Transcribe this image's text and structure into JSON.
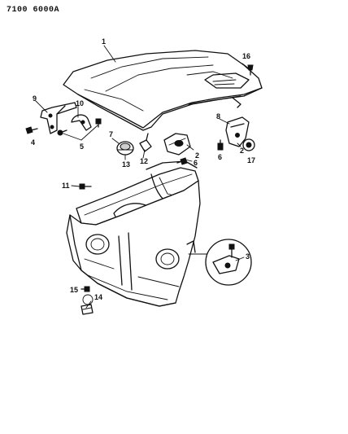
{
  "diagram_code": "7100 6000A",
  "labels": [
    {
      "key": "1",
      "text": "1"
    },
    {
      "key": "2a",
      "text": "2"
    },
    {
      "key": "2b",
      "text": "2"
    },
    {
      "key": "3",
      "text": "3"
    },
    {
      "key": "4",
      "text": "4"
    },
    {
      "key": "5",
      "text": "5"
    },
    {
      "key": "6a",
      "text": "6"
    },
    {
      "key": "6b",
      "text": "6"
    },
    {
      "key": "7",
      "text": "7"
    },
    {
      "key": "8",
      "text": "8"
    },
    {
      "key": "9",
      "text": "9"
    },
    {
      "key": "10",
      "text": "10"
    },
    {
      "key": "11",
      "text": "11"
    },
    {
      "key": "12",
      "text": "12"
    },
    {
      "key": "13",
      "text": "13"
    },
    {
      "key": "14",
      "text": "14"
    },
    {
      "key": "15",
      "text": "15"
    },
    {
      "key": "16",
      "text": "16"
    },
    {
      "key": "17",
      "text": "17"
    }
  ]
}
